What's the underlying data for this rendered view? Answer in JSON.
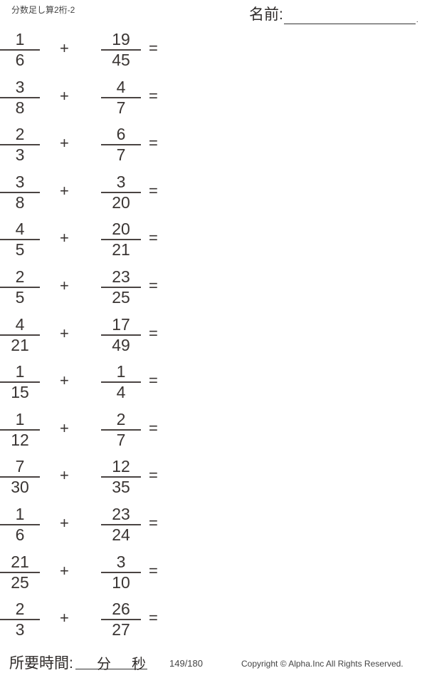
{
  "header": {
    "title": "分数足し算2桁-2",
    "name_label": "名前:",
    "name_dot": "."
  },
  "problems": [
    {
      "a_num": "1",
      "a_den": "6",
      "op": "+",
      "b_num": "19",
      "b_den": "45",
      "eq": "="
    },
    {
      "a_num": "3",
      "a_den": "8",
      "op": "+",
      "b_num": "4",
      "b_den": "7",
      "eq": "="
    },
    {
      "a_num": "2",
      "a_den": "3",
      "op": "+",
      "b_num": "6",
      "b_den": "7",
      "eq": "="
    },
    {
      "a_num": "3",
      "a_den": "8",
      "op": "+",
      "b_num": "3",
      "b_den": "20",
      "eq": "="
    },
    {
      "a_num": "4",
      "a_den": "5",
      "op": "+",
      "b_num": "20",
      "b_den": "21",
      "eq": "="
    },
    {
      "a_num": "2",
      "a_den": "5",
      "op": "+",
      "b_num": "23",
      "b_den": "25",
      "eq": "="
    },
    {
      "a_num": "4",
      "a_den": "21",
      "op": "+",
      "b_num": "17",
      "b_den": "49",
      "eq": "="
    },
    {
      "a_num": "1",
      "a_den": "15",
      "op": "+",
      "b_num": "1",
      "b_den": "4",
      "eq": "="
    },
    {
      "a_num": "1",
      "a_den": "12",
      "op": "+",
      "b_num": "2",
      "b_den": "7",
      "eq": "="
    },
    {
      "a_num": "7",
      "a_den": "30",
      "op": "+",
      "b_num": "12",
      "b_den": "35",
      "eq": "="
    },
    {
      "a_num": "1",
      "a_den": "6",
      "op": "+",
      "b_num": "23",
      "b_den": "24",
      "eq": "="
    },
    {
      "a_num": "21",
      "a_den": "25",
      "op": "+",
      "b_num": "3",
      "b_den": "10",
      "eq": "="
    },
    {
      "a_num": "2",
      "a_den": "3",
      "op": "+",
      "b_num": "26",
      "b_den": "27",
      "eq": "="
    }
  ],
  "footer": {
    "time_label": "所要時間:",
    "minutes_label": "分",
    "seconds_label": "秒",
    "page": "149/180",
    "copyright": "Copyright ©  Alpha.Inc All Rights Reserved."
  }
}
